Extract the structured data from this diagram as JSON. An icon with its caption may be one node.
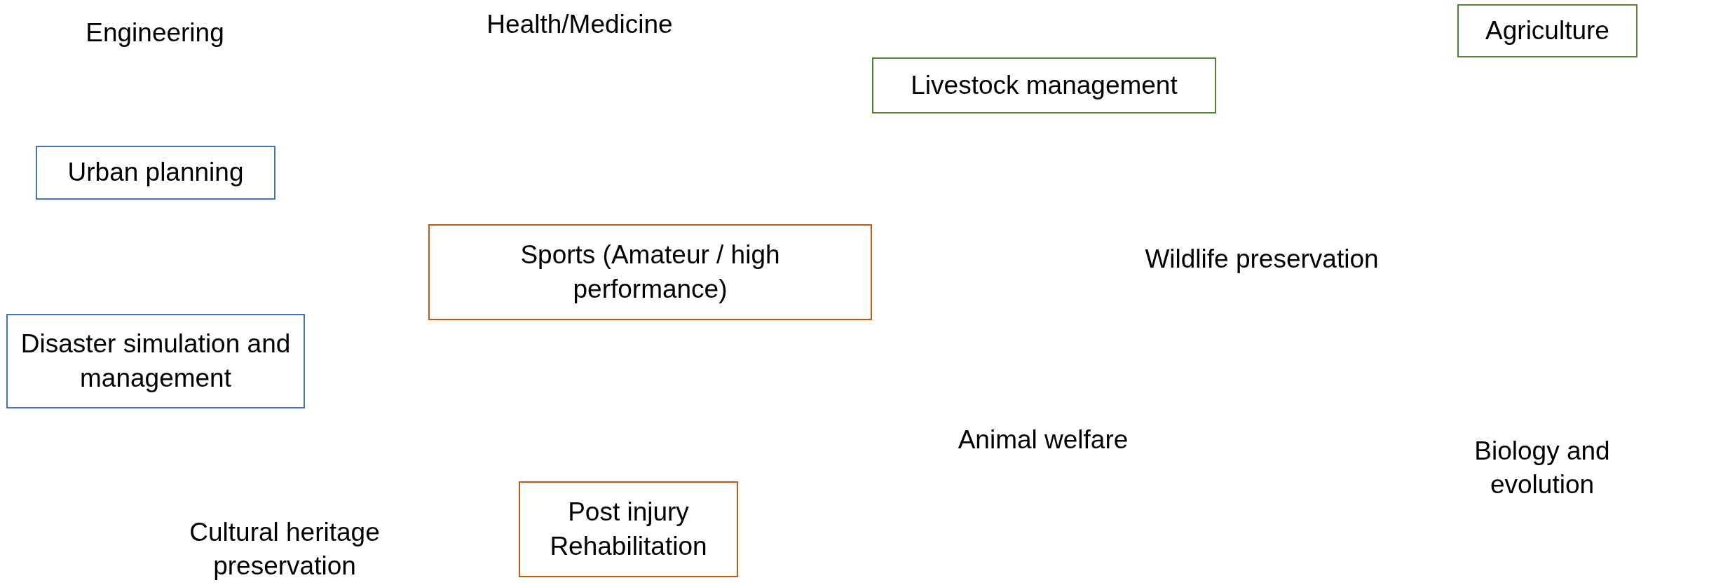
{
  "diagram": {
    "nodes": [
      {
        "text": [
          "Agriculture"
        ]
      },
      {
        "text": [
          "Livestock management"
        ]
      },
      {
        "text": [
          "Urban planning"
        ]
      },
      {
        "text": [
          "Sports (Amateur / high performance)"
        ]
      },
      {
        "text": [
          "Disaster simulation and management"
        ]
      },
      {
        "text": [
          "Post injury Rehabilitation"
        ]
      }
    ],
    "edges": [],
    "labels": [
      "Engineering",
      "Health/Medicine",
      "Wildlife preservation",
      "Animal welfare",
      "Biology and evolution",
      "Cultural heritage preservation"
    ]
  }
}
